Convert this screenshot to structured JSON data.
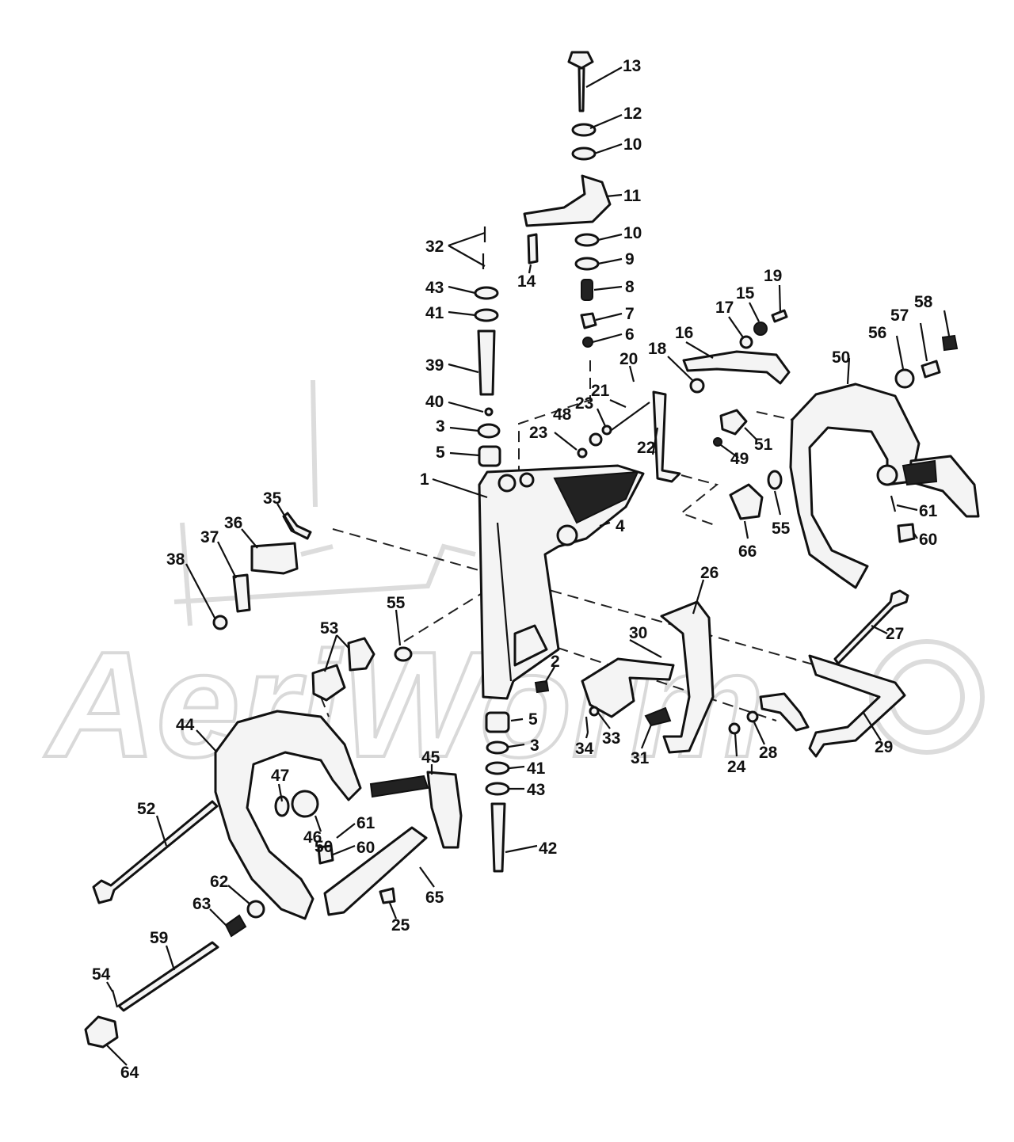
{
  "watermark": {
    "text": "AeriWorm"
  },
  "labels": {
    "13": "13",
    "12": "12",
    "10a": "10",
    "11": "11",
    "10b": "10",
    "9": "9",
    "8": "8",
    "7": "7",
    "6": "6",
    "14": "14",
    "32": "32",
    "43a": "43",
    "41a": "41",
    "39": "39",
    "40": "40",
    "3a": "3",
    "5a": "5",
    "1": "1",
    "19": "19",
    "15": "15",
    "17": "17",
    "16": "16",
    "18": "18",
    "20": "20",
    "21": "21",
    "23a": "23",
    "48": "48",
    "23b": "23",
    "22": "22",
    "4": "4",
    "58": "58",
    "57": "57",
    "56": "56",
    "50": "50",
    "51": "51",
    "49": "49",
    "55a": "55",
    "66": "66",
    "61a": "61",
    "60a": "60",
    "35": "35",
    "36": "36",
    "37": "37",
    "38": "38",
    "55b": "55",
    "53": "53",
    "2": "2",
    "26": "26",
    "30": "30",
    "27": "27",
    "5b": "5",
    "3b": "3",
    "41b": "41",
    "43b": "43",
    "42": "42",
    "34": "34",
    "33": "33",
    "31": "31",
    "24": "24",
    "28": "28",
    "29": "29",
    "44": "44",
    "47": "47",
    "45": "45",
    "46": "46",
    "50b": "50",
    "61b": "61",
    "60b": "60",
    "52": "52",
    "62": "62",
    "63": "63",
    "25": "25",
    "65": "65",
    "59": "59",
    "54": "54",
    "64": "64"
  }
}
